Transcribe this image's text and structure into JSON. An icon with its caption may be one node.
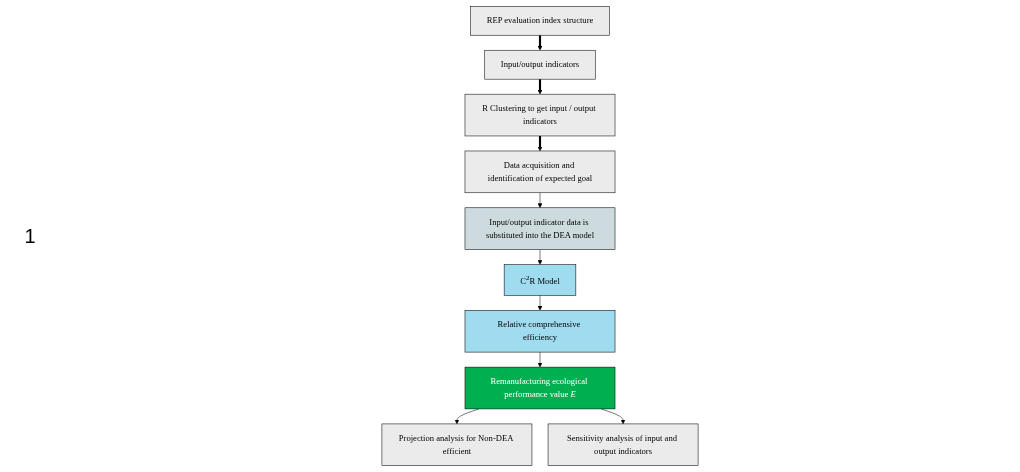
{
  "diagram": {
    "nodes": [
      {
        "text": [
          "REP evaluation index structure"
        ]
      },
      {
        "text": [
          "Input/output indicators"
        ]
      },
      {
        "text": [
          "R Clustering to get input / output indicators"
        ]
      },
      {
        "text": [
          "Data acquisition and identification of expected goal"
        ]
      },
      {
        "text": [
          "Input/output indicator data is substituted into the DEA model"
        ]
      },
      {
        "text": [
          "C$^{2}$R Model"
        ]
      },
      {
        "text": [
          "Relative comprehensive efficiency"
        ]
      },
      {
        "text": [
          "Remanufacturing ecological performance value *E*"
        ]
      },
      {
        "text": [
          "Projection analysis for Non-DEA efficient"
        ]
      },
      {
        "text": [
          "Sensitivity analysis of input and output indicators"
        ]
      }
    ],
    "edges": [
      {
        "from": 0,
        "to": 1,
        "arrow": "to",
        "style": "thick"
      },
      {
        "from": 1,
        "to": 2,
        "arrow": "to",
        "style": "thick"
      },
      {
        "from": 2,
        "to": 3,
        "arrow": "to",
        "style": "thick"
      },
      {
        "from": 3,
        "to": 4,
        "arrow": "to"
      },
      {
        "from": 4,
        "to": 5,
        "arrow": "to"
      },
      {
        "from": 5,
        "to": 6,
        "arrow": "to"
      },
      {
        "from": 6,
        "to": 7,
        "arrow": "to"
      },
      {
        "from": 7,
        "to": 8,
        "arrow": "to"
      },
      {
        "from": 7,
        "to": 9,
        "arrow": "to"
      }
    ],
    "labels": [
      "1"
    ]
  }
}
